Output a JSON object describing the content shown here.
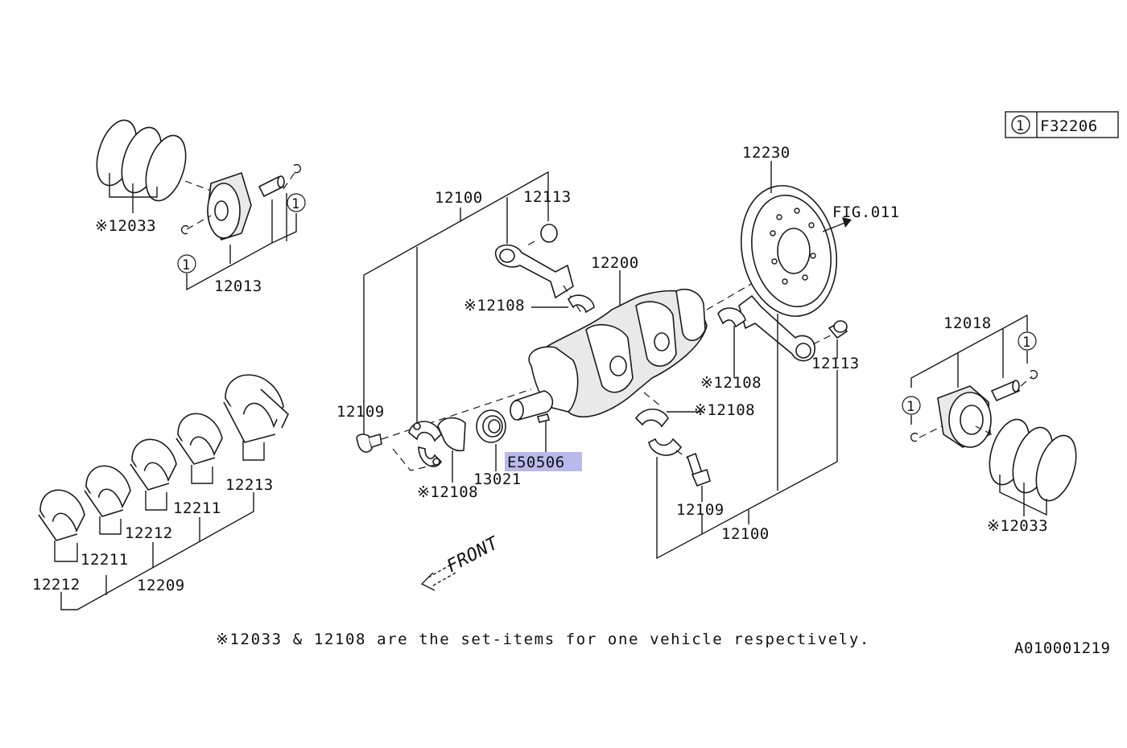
{
  "reference": {
    "circle_number": "1",
    "code": "F32206"
  },
  "figure_id": "A010001219",
  "footnote": "※12033 & 12108 are the set-items for one vehicle respectively.",
  "front_label": "FRONT",
  "fig_reference": "FIG.011",
  "highlight_color": "#b9b9ec",
  "callouts": {
    "c1": "1",
    "c2": "1",
    "c3": "1",
    "c4": "1"
  },
  "labels": {
    "piston_rings_left": "※12033",
    "piston_left": "12013",
    "main_bearing_12212_a": "12212",
    "main_bearing_12211_a": "12211",
    "main_bearing_12212_b": "12212",
    "main_bearing_12211_b": "12211",
    "main_bearing_12213": "12213",
    "main_bearing_set": "12209",
    "conrod_top": "12100",
    "conrod_bush_top": "12113",
    "crankshaft": "12200",
    "conrod_bearing_top": "※12108",
    "bolt_left": "12109",
    "conrod_bearing_left": "※12108",
    "oil_seal": "13021",
    "key": "E50506",
    "flywheel": "12230",
    "conrod_bearing_right": "※12108",
    "conrod_bush_right": "12113",
    "conrod_bearing_lower": "※12108",
    "bolt_right": "12109",
    "conrod_bottom": "12100",
    "piston_right": "12018",
    "piston_rings_right": "※12033"
  }
}
